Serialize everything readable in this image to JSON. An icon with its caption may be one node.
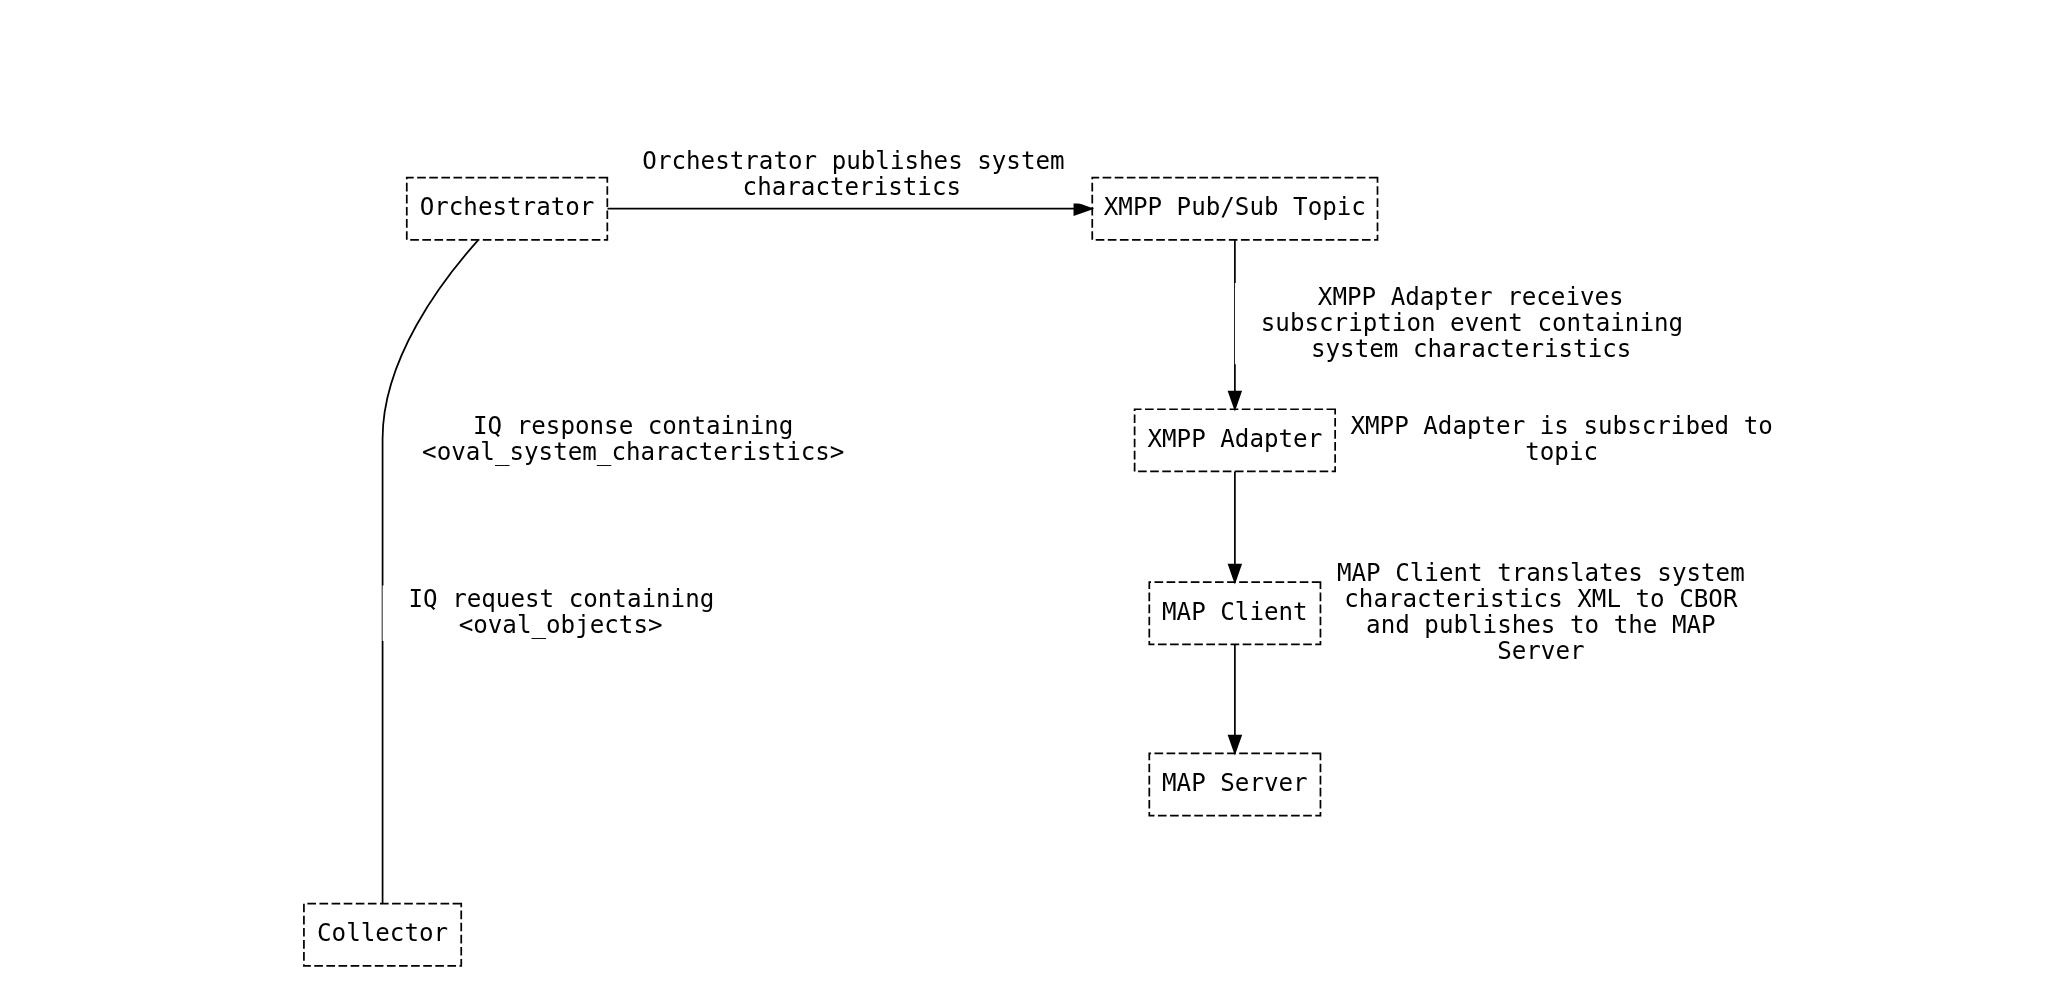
{
  "diagram": {
    "nodes": [
      {
        "text": [
          "Orchestrator"
        ]
      },
      {
        "text": [
          "XMPP Pub/Sub Topic"
        ]
      },
      {
        "text": [
          "XMPP Adapter"
        ],
        "beside": [
          "XMPP Adapter is subscribed to topic"
        ]
      },
      {
        "text": [
          "Collector"
        ]
      },
      {
        "text": [
          "MAP Client"
        ],
        "beside": [
          "MAP Client translates system characteristics XML to CBOR and publishes to the MAP Server"
        ]
      },
      {
        "text": [
          "MAP Server"
        ]
      }
    ],
    "edges": [
      {
        "from": 0,
        "to": 1,
        "arrow": "to",
        "label": "Orchestrator publishes system characteristics"
      },
      {
        "from": 0,
        "to": 3,
        "arrow": "none",
        "label": "IQ request containing <oval_objects>"
      },
      {
        "from": 1,
        "to": 2,
        "arrow": "to",
        "label": "XMPP Adapter receives subscription event containing system characteristics"
      },
      {
        "from": 2,
        "to": 4,
        "arrow": "to"
      },
      {
        "from": 4,
        "to": 5,
        "arrow": "to"
      }
    ],
    "labels": [
      "IQ response containing <oval_system_characteristics>"
    ]
  }
}
